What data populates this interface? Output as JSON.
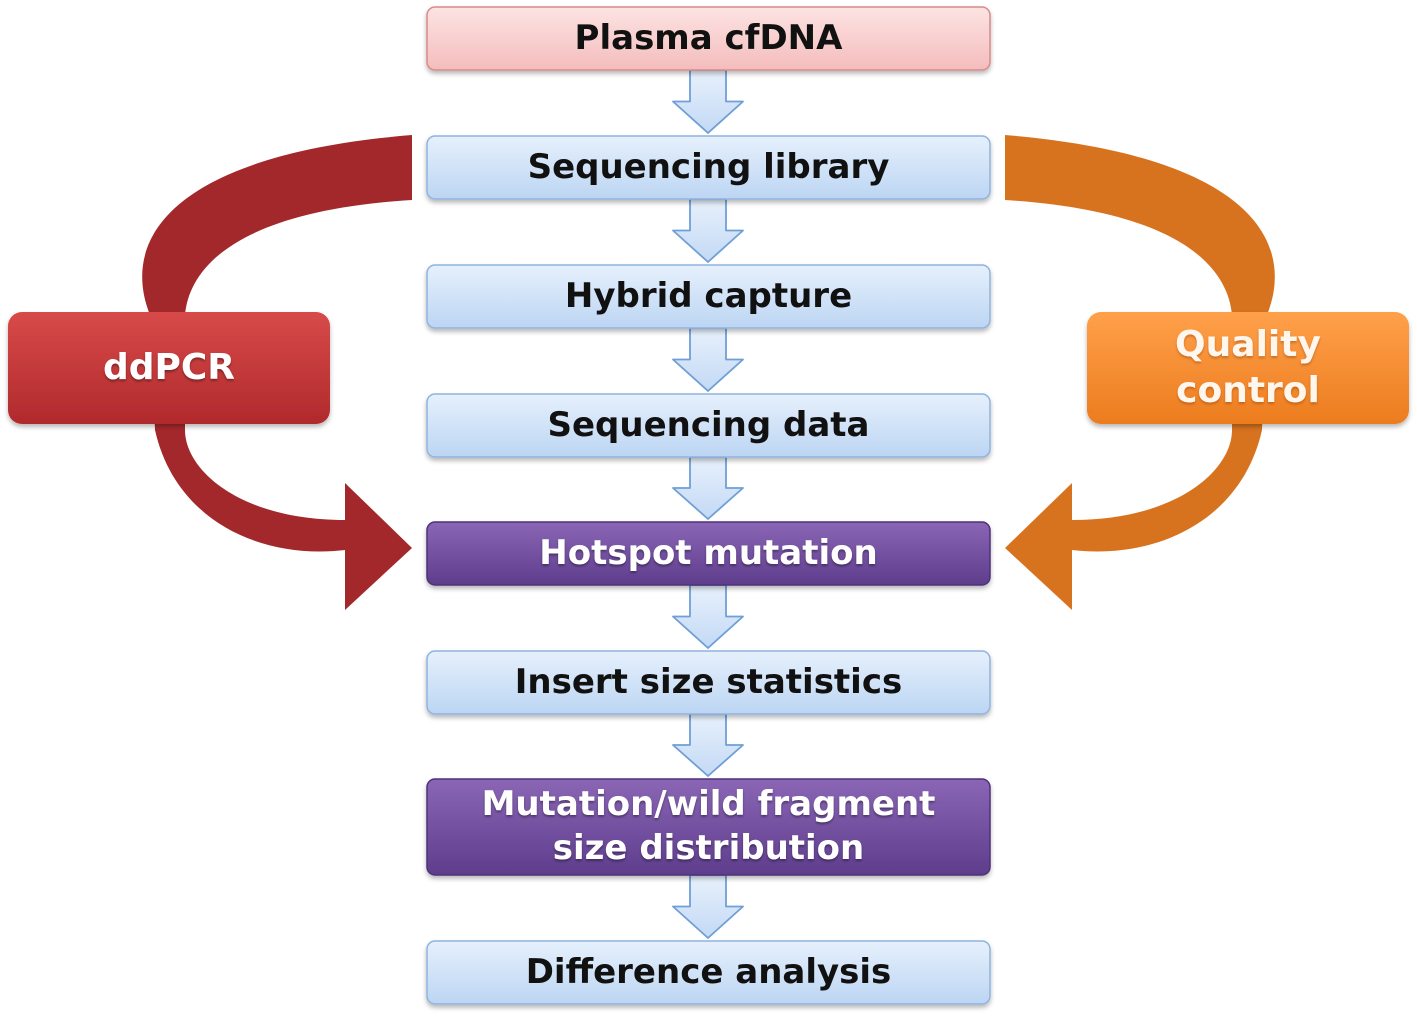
{
  "steps": [
    {
      "id": "plasma",
      "label": "Plasma cfDNA"
    },
    {
      "id": "seqlib",
      "label": "Sequencing library"
    },
    {
      "id": "hybrid",
      "label": "Hybrid capture"
    },
    {
      "id": "seqdata",
      "label": "Sequencing data"
    },
    {
      "id": "hotspot",
      "label": "Hotspot mutation"
    },
    {
      "id": "insert",
      "label": "Insert size statistics"
    },
    {
      "id": "fragment",
      "label": "Mutation/wild fragment",
      "label_line2": "size distribution"
    },
    {
      "id": "difference",
      "label": "Difference analysis"
    }
  ],
  "side": {
    "left": {
      "label": "ddPCR"
    },
    "right": {
      "label": "Quality",
      "label_line2": "control"
    }
  },
  "colors": {
    "pink": "#f7c9c9",
    "blue": "#cfe2f8",
    "purple": "#7b55a8",
    "red": "#c9383a",
    "red_arrow": "#a62a2c",
    "orange": "#f28a2c",
    "orange_arrow": "#d8721e"
  }
}
